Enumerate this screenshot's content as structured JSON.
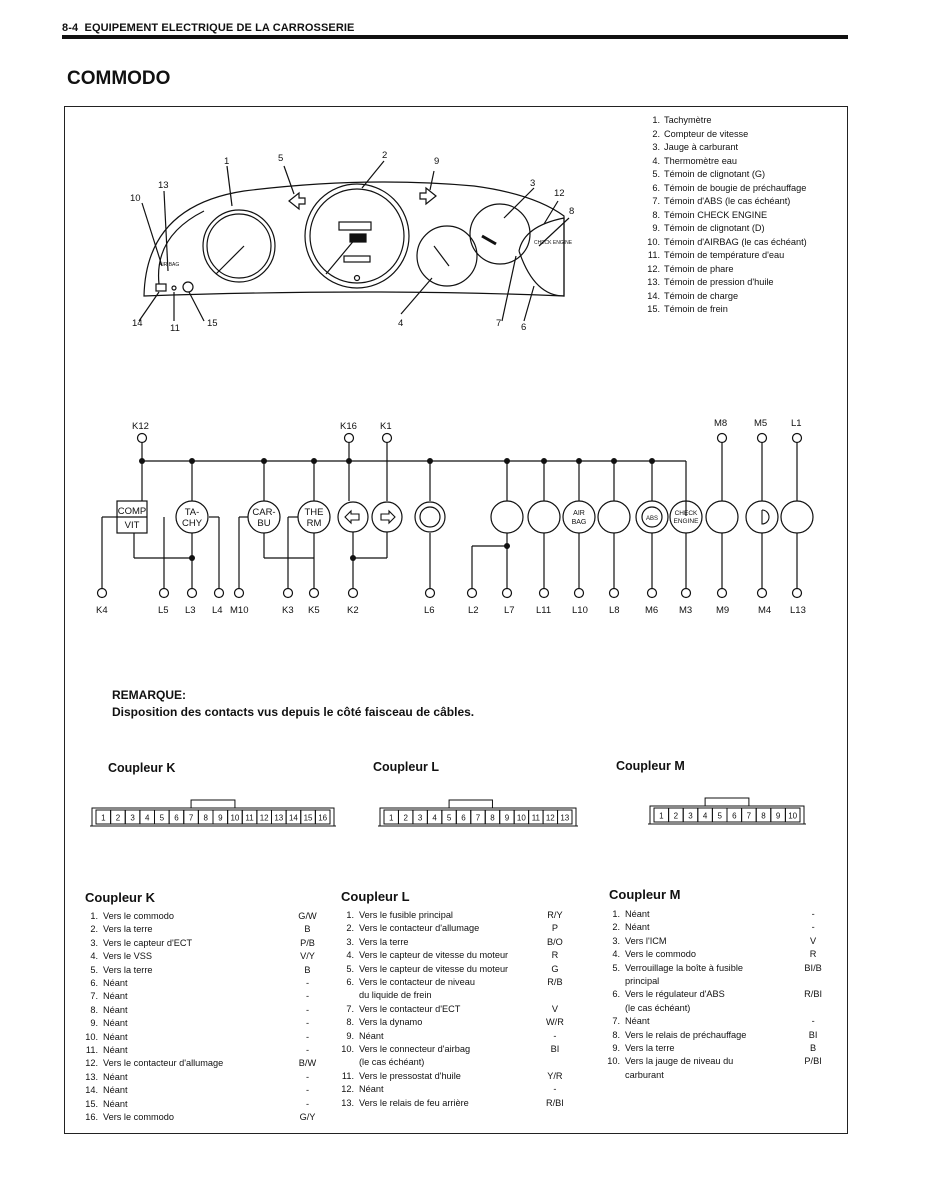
{
  "header": {
    "page_ref": "8-4",
    "section": "EQUIPEMENT ELECTRIQUE DE LA CARROSSERIE"
  },
  "title": "COMMODO",
  "legend": [
    {
      "num": "1.",
      "label": "Tachymètre"
    },
    {
      "num": "2.",
      "label": "Compteur de vitesse"
    },
    {
      "num": "3.",
      "label": "Jauge à carburant"
    },
    {
      "num": "4.",
      "label": "Thermomètre eau"
    },
    {
      "num": "5.",
      "label": "Témoin de clignotant (G)"
    },
    {
      "num": "6.",
      "label": "Témoin de bougie de préchauffage"
    },
    {
      "num": "7.",
      "label": "Témoin d'ABS (le cas échéant)"
    },
    {
      "num": "8.",
      "label": "Témoin CHECK ENGINE"
    },
    {
      "num": "9.",
      "label": "Témoin de clignotant (D)"
    },
    {
      "num": "10.",
      "label": "Témoin d'AIRBAG (le cas échéant)"
    },
    {
      "num": "11.",
      "label": "Témoin de température d'eau"
    },
    {
      "num": "12.",
      "label": "Témoin de phare"
    },
    {
      "num": "13.",
      "label": "Témoin de pression d'huile"
    },
    {
      "num": "14.",
      "label": "Témoin de charge"
    },
    {
      "num": "15.",
      "label": "Témoin de frein"
    }
  ],
  "cluster_callouts": [
    "1",
    "2",
    "3",
    "4",
    "5",
    "6",
    "7",
    "8",
    "9",
    "10",
    "11",
    "12",
    "13",
    "14",
    "15"
  ],
  "cluster_labels": {
    "air_bag": "AIR BAG",
    "check_engine": "CHECK ENGINE"
  },
  "wiring": {
    "top_terminals": [
      "K12",
      "K16",
      "K1",
      "M8",
      "M5",
      "L1"
    ],
    "bottom_terminals": [
      "K4",
      "L5",
      "L3",
      "L4",
      "M10",
      "K3",
      "K5",
      "K2",
      "L6",
      "L2",
      "L7",
      "L11",
      "L10",
      "L8",
      "M6",
      "M3",
      "M9",
      "M4",
      "L13"
    ],
    "components": {
      "compvit": [
        "COMP",
        "VIT"
      ],
      "tachy": [
        "TA-",
        "CHY"
      ],
      "carbu": [
        "CAR-",
        "BU"
      ],
      "therm": [
        "THE",
        "RM"
      ],
      "airbag": [
        "AIR",
        "BAG"
      ],
      "abs": "ABS",
      "check": [
        "CHECK",
        "ENGINE"
      ]
    }
  },
  "remark": {
    "title": "REMARQUE:",
    "text": "Disposition des contacts vus depuis le côté faisceau de câbles."
  },
  "couplers": [
    {
      "id": "K",
      "title": "Coupleur K",
      "pins": [
        "1",
        "2",
        "3",
        "4",
        "5",
        "6",
        "7",
        "8",
        "9",
        "10",
        "11",
        "12",
        "13",
        "14",
        "15",
        "16"
      ]
    },
    {
      "id": "L",
      "title": "Coupleur L",
      "pins": [
        "1",
        "2",
        "3",
        "4",
        "5",
        "6",
        "7",
        "8",
        "9",
        "10",
        "11",
        "12",
        "13"
      ]
    },
    {
      "id": "M",
      "title": "Coupleur M",
      "pins": [
        "1",
        "2",
        "3",
        "4",
        "5",
        "6",
        "7",
        "8",
        "9",
        "10"
      ]
    }
  ],
  "pin_tables": {
    "K": {
      "title": "Coupleur K",
      "rows": [
        {
          "n": "1.",
          "label": "Vers le commodo",
          "color": "G/W"
        },
        {
          "n": "2.",
          "label": "Vers la terre",
          "color": "B"
        },
        {
          "n": "3.",
          "label": "Vers le capteur d'ECT",
          "color": "P/B"
        },
        {
          "n": "4.",
          "label": "Vers le VSS",
          "color": "V/Y"
        },
        {
          "n": "5.",
          "label": "Vers la terre",
          "color": "B"
        },
        {
          "n": "6.",
          "label": "Néant",
          "color": "-"
        },
        {
          "n": "7.",
          "label": "Néant",
          "color": "-"
        },
        {
          "n": "8.",
          "label": "Néant",
          "color": "-"
        },
        {
          "n": "9.",
          "label": "Néant",
          "color": "-"
        },
        {
          "n": "10.",
          "label": "Néant",
          "color": "-"
        },
        {
          "n": "11.",
          "label": "Néant",
          "color": "-"
        },
        {
          "n": "12.",
          "label": "Vers le contacteur d'allumage",
          "color": "B/W"
        },
        {
          "n": "13.",
          "label": "Néant",
          "color": "-"
        },
        {
          "n": "14.",
          "label": "Néant",
          "color": "-"
        },
        {
          "n": "15.",
          "label": "Néant",
          "color": "-"
        },
        {
          "n": "16.",
          "label": "Vers le commodo",
          "color": "G/Y"
        }
      ]
    },
    "L": {
      "title": "Coupleur L",
      "rows": [
        {
          "n": "1.",
          "label": "Vers le fusible principal",
          "color": "R/Y"
        },
        {
          "n": "2.",
          "label": "Vers le contacteur d'allumage",
          "color": "P"
        },
        {
          "n": "3.",
          "label": "Vers la terre",
          "color": "B/O"
        },
        {
          "n": "4.",
          "label": "Vers le capteur de vitesse du moteur",
          "color": "R"
        },
        {
          "n": "5.",
          "label": "Vers le capteur de vitesse du moteur",
          "color": "G"
        },
        {
          "n": "6.",
          "label": "Vers le contacteur de niveau",
          "color": "R/B"
        },
        {
          "n": "",
          "label": "du liquide de frein",
          "color": ""
        },
        {
          "n": "7.",
          "label": "Vers le contacteur d'ECT",
          "color": "V"
        },
        {
          "n": "8.",
          "label": "Vers la dynamo",
          "color": "W/R"
        },
        {
          "n": "9.",
          "label": "Néant",
          "color": "-"
        },
        {
          "n": "10.",
          "label": "Vers le connecteur d'airbag",
          "color": "BI"
        },
        {
          "n": "",
          "label": "(le cas échéant)",
          "color": ""
        },
        {
          "n": "11.",
          "label": "Vers le pressostat d'huile",
          "color": "Y/R"
        },
        {
          "n": "12.",
          "label": "Néant",
          "color": "-"
        },
        {
          "n": "13.",
          "label": "Vers le relais de feu arrière",
          "color": "R/BI"
        }
      ]
    },
    "M": {
      "title": "Coupleur M",
      "rows": [
        {
          "n": "1.",
          "label": "Néant",
          "color": "-"
        },
        {
          "n": "2.",
          "label": "Néant",
          "color": "-"
        },
        {
          "n": "3.",
          "label": "Vers l'ICM",
          "color": "V"
        },
        {
          "n": "4.",
          "label": "Vers le commodo",
          "color": "R"
        },
        {
          "n": "5.",
          "label": "Verrouillage la boîte à fusible",
          "color": "BI/B"
        },
        {
          "n": "",
          "label": "principal",
          "color": ""
        },
        {
          "n": "6.",
          "label": "Vers le régulateur d'ABS",
          "color": "R/BI"
        },
        {
          "n": "",
          "label": "(le cas échéant)",
          "color": ""
        },
        {
          "n": "7.",
          "label": "Néant",
          "color": "-"
        },
        {
          "n": "8.",
          "label": "Vers le relais de préchauffage",
          "color": "BI"
        },
        {
          "n": "9.",
          "label": "Vers la terre",
          "color": "B"
        },
        {
          "n": "10.",
          "label": "Vers la jauge de niveau du",
          "color": "P/BI"
        },
        {
          "n": "",
          "label": "carburant",
          "color": ""
        }
      ]
    }
  }
}
